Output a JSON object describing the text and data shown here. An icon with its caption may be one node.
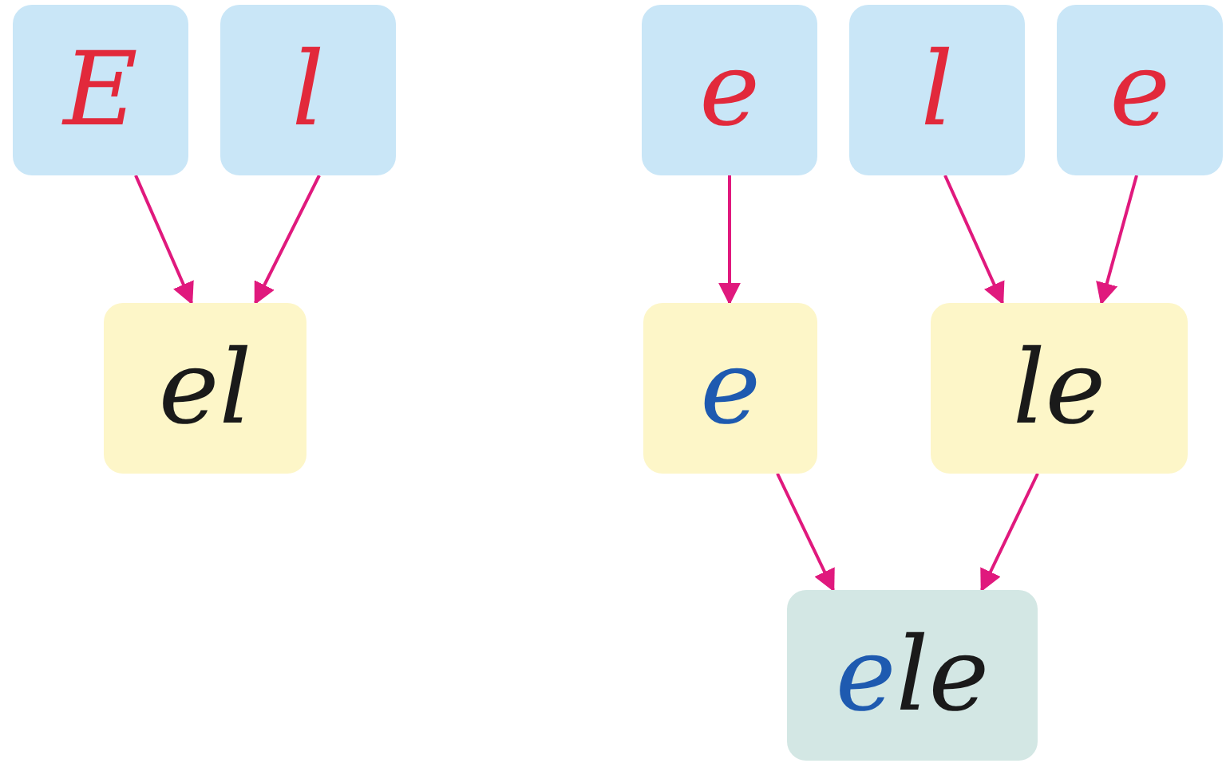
{
  "diagram": {
    "nodes": [
      {
        "text": [
          "E"
        ]
      },
      {
        "text": [
          "l"
        ]
      },
      {
        "text": [
          "el"
        ]
      },
      {
        "text": [
          "e"
        ]
      },
      {
        "text": [
          "l"
        ]
      },
      {
        "text": [
          "e"
        ]
      },
      {
        "text": [
          "e"
        ]
      },
      {
        "text": [
          "le"
        ]
      },
      {
        "text": [
          "ele"
        ]
      }
    ],
    "edges": [
      {
        "from": 0,
        "to": 2,
        "arrow": "to"
      },
      {
        "from": 1,
        "to": 2,
        "arrow": "to"
      },
      {
        "from": 3,
        "to": 6,
        "arrow": "to"
      },
      {
        "from": 4,
        "to": 7,
        "arrow": "to"
      },
      {
        "from": 5,
        "to": 7,
        "arrow": "to"
      },
      {
        "from": 6,
        "to": 8,
        "arrow": "to"
      },
      {
        "from": 7,
        "to": 8,
        "arrow": "to"
      }
    ]
  }
}
